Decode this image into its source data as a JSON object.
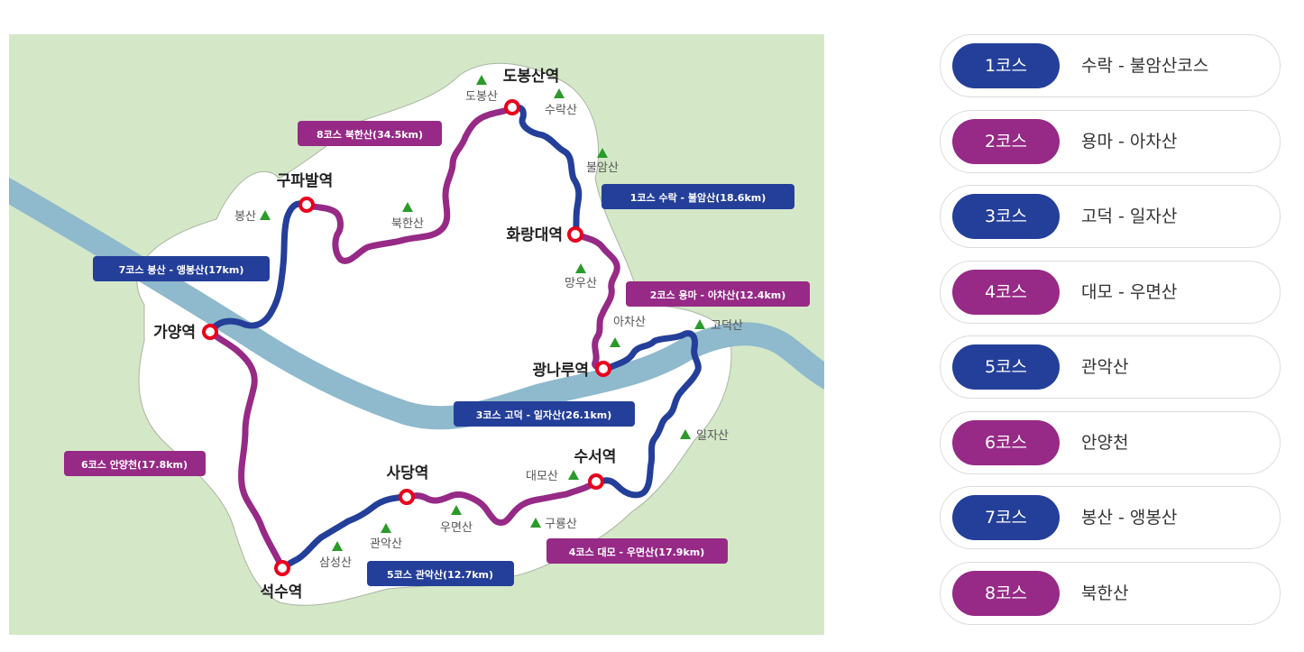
{
  "colors": {
    "map_bg": "#d4e8c8",
    "land": "#ffffff",
    "river": "#8fb9cc",
    "blue_course": "#243f99",
    "purple_course": "#962a86",
    "station_marker": "#e8001c",
    "mountain": "#2a9a2a"
  },
  "map": {
    "stations": [
      {
        "id": "dobongsan",
        "name": "도봉산역"
      },
      {
        "id": "hwarangdae",
        "name": "화랑대역"
      },
      {
        "id": "gwangnaru",
        "name": "광나루역"
      },
      {
        "id": "suseo",
        "name": "수서역"
      },
      {
        "id": "sadang",
        "name": "사당역"
      },
      {
        "id": "seoksu",
        "name": "석수역"
      },
      {
        "id": "gayang",
        "name": "가양역"
      },
      {
        "id": "gupabal",
        "name": "구파발역"
      }
    ],
    "mountains": [
      {
        "id": "dobong",
        "name": "도봉산"
      },
      {
        "id": "surak",
        "name": "수락산"
      },
      {
        "id": "buram",
        "name": "불암산"
      },
      {
        "id": "mangu",
        "name": "망우산"
      },
      {
        "id": "acha",
        "name": "아차산"
      },
      {
        "id": "godeok",
        "name": "고덕산"
      },
      {
        "id": "ilja",
        "name": "일자산"
      },
      {
        "id": "daemo",
        "name": "대모산"
      },
      {
        "id": "guryong",
        "name": "구룡산"
      },
      {
        "id": "umyeon",
        "name": "우면산"
      },
      {
        "id": "gwanak",
        "name": "관악산"
      },
      {
        "id": "samseong",
        "name": "삼성산"
      },
      {
        "id": "bukhan",
        "name": "북한산"
      },
      {
        "id": "bong",
        "name": "봉산"
      }
    ],
    "course_labels": [
      {
        "id": "c1",
        "text": "1코스 수락 - 불암산(18.6km)"
      },
      {
        "id": "c2",
        "text": "2코스 용마 - 아차산(12.4km)"
      },
      {
        "id": "c3",
        "text": "3코스 고덕 - 일자산(26.1km)"
      },
      {
        "id": "c4",
        "text": "4코스 대모 - 우면산(17.9km)"
      },
      {
        "id": "c5",
        "text": "5코스 관악산(12.7km)"
      },
      {
        "id": "c6",
        "text": "6코스 안양천(17.8km)"
      },
      {
        "id": "c7",
        "text": "7코스 봉산 - 앵봉산(17km)"
      },
      {
        "id": "c8",
        "text": "8코스 북한산(34.5km)"
      }
    ]
  },
  "courses": [
    {
      "badge": "1코스",
      "name": "수락 - 불암산코스",
      "color": "blue"
    },
    {
      "badge": "2코스",
      "name": "용마 - 아차산",
      "color": "purple"
    },
    {
      "badge": "3코스",
      "name": "고덕 - 일자산",
      "color": "blue"
    },
    {
      "badge": "4코스",
      "name": "대모 - 우면산",
      "color": "purple"
    },
    {
      "badge": "5코스",
      "name": "관악산",
      "color": "blue"
    },
    {
      "badge": "6코스",
      "name": "안양천",
      "color": "purple"
    },
    {
      "badge": "7코스",
      "name": "봉산 - 앵봉산",
      "color": "blue"
    },
    {
      "badge": "8코스",
      "name": "북한산",
      "color": "purple"
    }
  ]
}
